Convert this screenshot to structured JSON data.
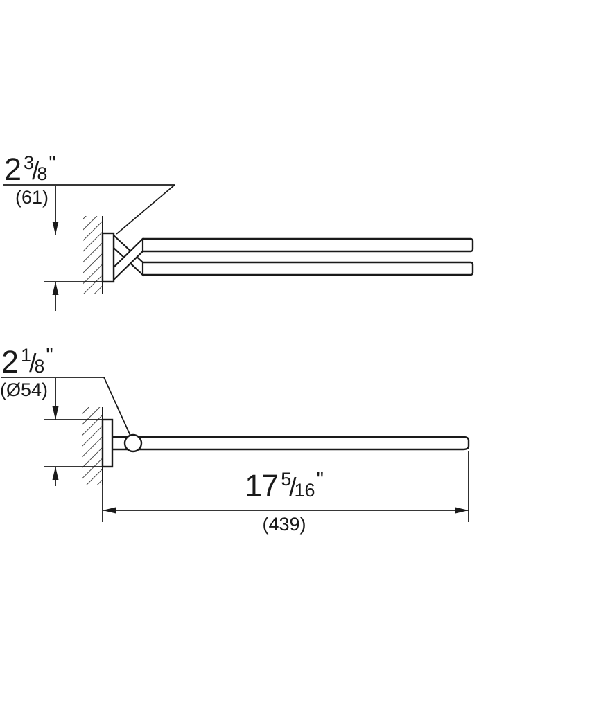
{
  "diagram": {
    "top_view": {
      "height_dimension": {
        "whole": "2",
        "numerator": "3",
        "slash": "/",
        "denominator": "8",
        "unit": "\"",
        "metric": "(61)"
      }
    },
    "side_view": {
      "diameter_dimension": {
        "whole": "2",
        "numerator": "1",
        "slash": "/",
        "denominator": "8",
        "unit": "\"",
        "metric": "(Ø54)"
      },
      "length_dimension": {
        "whole": "17",
        "numerator": "5",
        "slash": "/",
        "denominator": "16",
        "unit": "\"",
        "metric": "(439)"
      }
    }
  }
}
